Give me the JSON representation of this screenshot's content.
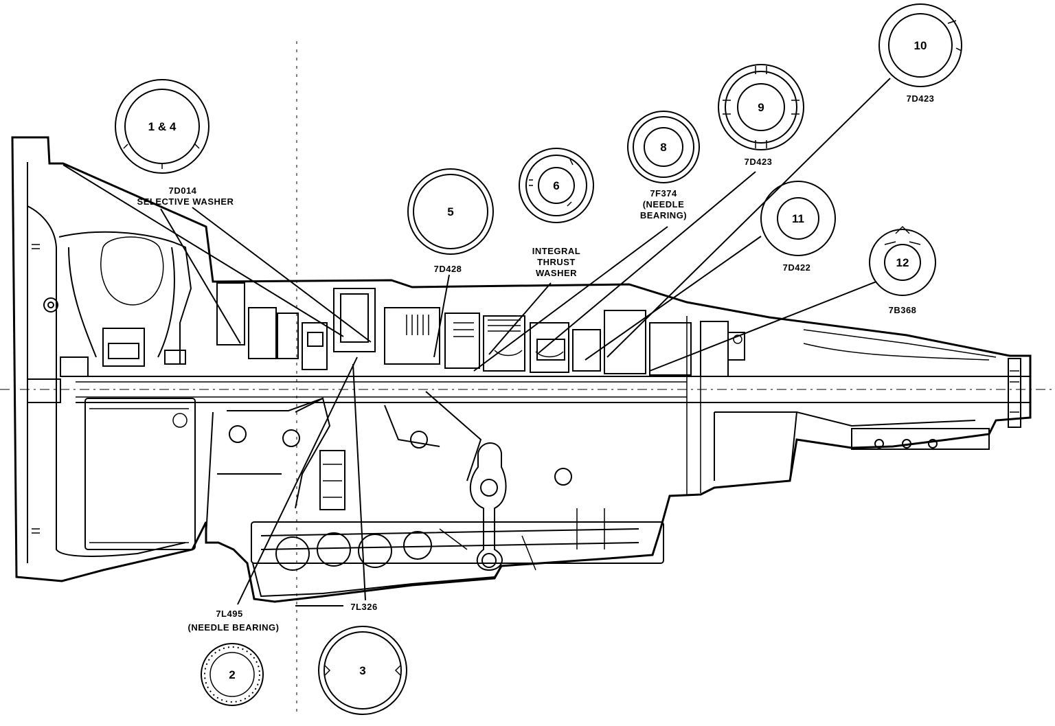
{
  "labels": {
    "sel_washer_code": "7D014",
    "sel_washer_text": "SELECTIVE WASHER",
    "p5_code": "7D428",
    "integral_1": "INTEGRAL",
    "integral_2": "THRUST",
    "integral_3": "WASHER",
    "p8_code": "7F374",
    "p8_note_1": "(NEEDLE",
    "p8_note_2": "BEARING)",
    "p9_code": "7D423",
    "p10_code": "7D423",
    "p11_code": "7D422",
    "p12_code": "7B368",
    "bottom_left_code": "7L495",
    "bottom_left_note": "(NEEDLE BEARING)",
    "bottom_mid_code": "7L326"
  },
  "parts": {
    "p14": "1 & 4",
    "p2": "2",
    "p3": "3",
    "p5": "5",
    "p6": "6",
    "p8": "8",
    "p9": "9",
    "p10": "10",
    "p11": "11",
    "p12": "12"
  }
}
